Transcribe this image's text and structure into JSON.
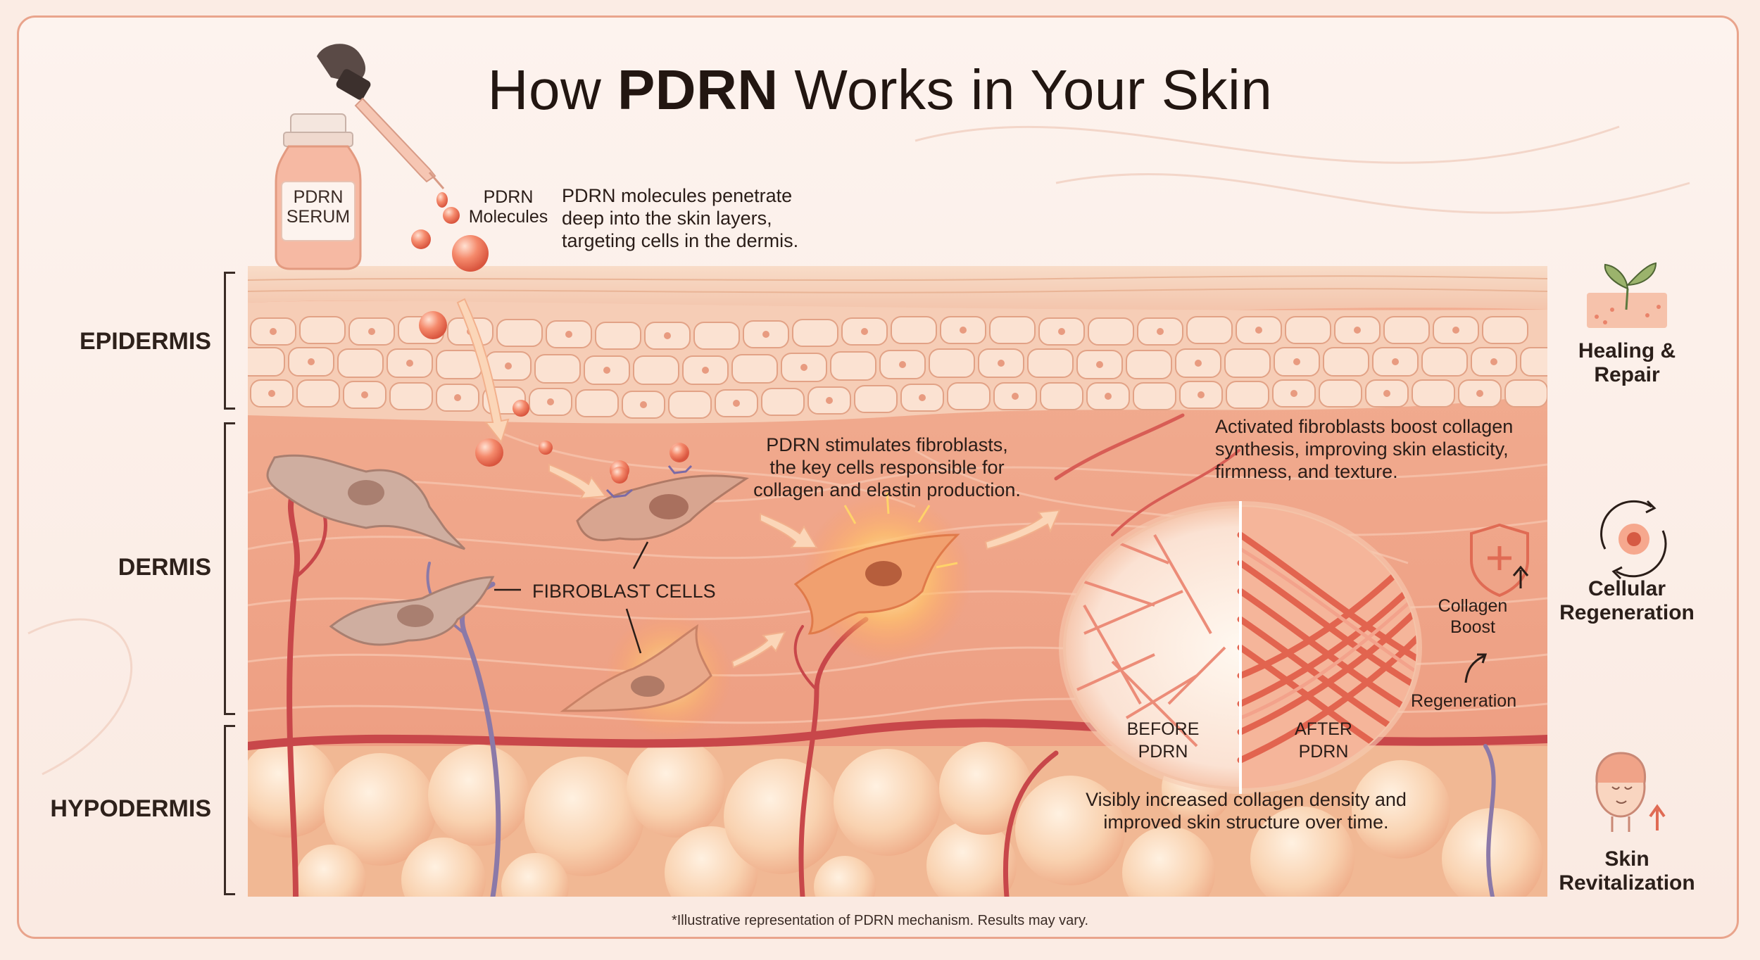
{
  "title_prefix": "How ",
  "title_bold": "PDRN",
  "title_suffix": " Works in Your Skin",
  "serum_label_line1": "PDRN",
  "serum_label_line2": "SERUM",
  "molecules_label_line1": "PDRN",
  "molecules_label_line2": "Molecules",
  "penetrate_caption": [
    "PDRN molecules penetrate",
    "deep into the skin layers,",
    "targeting cells in the dermis."
  ],
  "layers": {
    "epidermis": "EPIDERMIS",
    "dermis": "DERMIS",
    "hypodermis": "HYPODERMIS"
  },
  "stimulates_caption": [
    "PDRN stimulates fibroblasts,",
    "the key cells responsible for",
    "collagen and elastin production."
  ],
  "fibroblast_label": "FIBROBLAST CELLS",
  "activated_caption": [
    "Activated fibroblasts boost collagen",
    "synthesis, improving skin elasticity,",
    "firmness, and texture."
  ],
  "collagen_boost_line1": "Collagen",
  "collagen_boost_line2": "Boost",
  "regeneration_label": "Regeneration",
  "before_line1": "BEFORE",
  "before_line2": "PDRN",
  "after_line1": "AFTER",
  "after_line2": "PDRN",
  "density_caption": [
    "Visibly increased collagen density and",
    "improved skin structure over time."
  ],
  "benefits": [
    {
      "icon": "sprout-skin-icon",
      "line1": "Healing &",
      "line2": "Repair"
    },
    {
      "icon": "cell-cycle-icon",
      "line1": "Cellular",
      "line2": "Regeneration"
    },
    {
      "icon": "face-lift-icon",
      "line1": "Skin",
      "line2": "Revitalization"
    }
  ],
  "footnote": "*Illustrative representation of PDRN mechanism. Results may vary.",
  "colors": {
    "frame": "#e9a48c",
    "skin": "#f2b79d",
    "dermis": "#ee9f83",
    "fat": "#f8cfad",
    "vessel": "#c8474a",
    "accent": "#e8674f"
  }
}
